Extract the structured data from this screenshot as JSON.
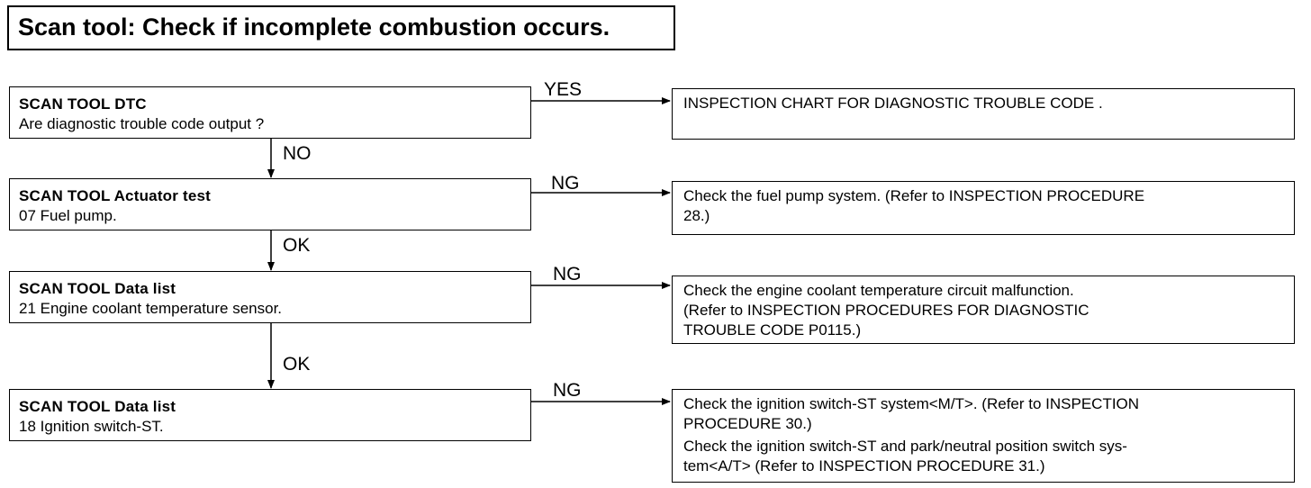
{
  "title": "Scan tool: Check if incomplete combustion occurs.",
  "steps": [
    {
      "head": "SCAN TOOL DTC",
      "sub": "Are diagnostic trouble code output ?",
      "branch_label": "YES",
      "down_label": "NO",
      "result": [
        "INSPECTION CHART FOR DIAGNOSTIC TROUBLE CODE ."
      ]
    },
    {
      "head": "SCAN TOOL Actuator test",
      "sub": "07 Fuel pump.",
      "branch_label": "NG",
      "down_label": "OK",
      "result": [
        "Check the fuel pump system. (Refer to INSPECTION PROCEDURE",
        "28.)"
      ]
    },
    {
      "head": "SCAN TOOL Data list",
      "sub": "21 Engine coolant temperature sensor.",
      "branch_label": "NG",
      "down_label": "OK",
      "result": [
        "Check the engine coolant temperature circuit malfunction.",
        "(Refer to INSPECTION PROCEDURES FOR DIAGNOSTIC",
        "TROUBLE CODE P0115.)"
      ]
    },
    {
      "head": "SCAN TOOL Data list",
      "sub": "18 Ignition switch-ST.",
      "branch_label": "NG",
      "result": [
        "Check the ignition switch-ST system<M/T>. (Refer to INSPECTION",
        "PROCEDURE 30.)",
        "Check the ignition switch-ST and park/neutral position switch sys-",
        "tem<A/T> (Refer to INSPECTION PROCEDURE 31.)"
      ]
    }
  ]
}
